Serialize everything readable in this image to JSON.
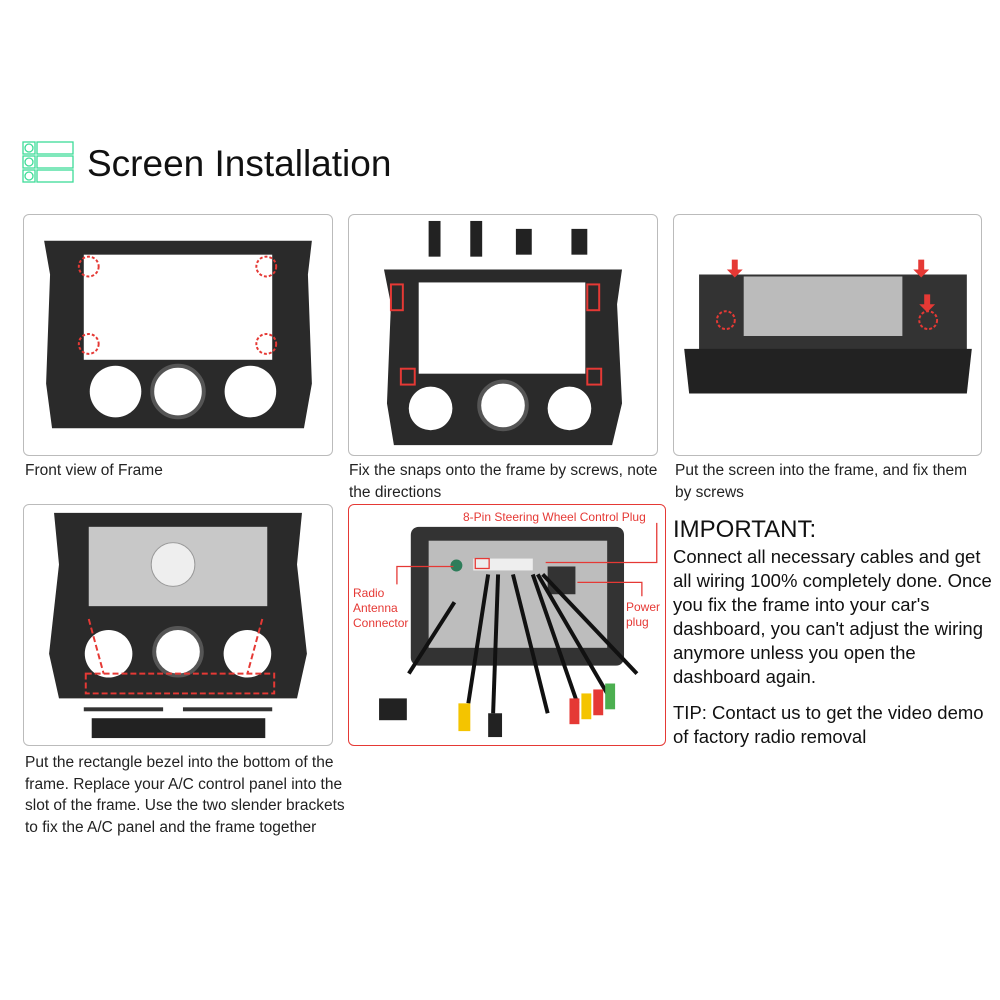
{
  "header": {
    "title": "Screen Installation",
    "icon": "list-icon",
    "accent": "#3ddc97"
  },
  "steps": [
    {
      "caption": "Front view of Frame"
    },
    {
      "caption": "Fix the snaps onto the frame by screws, note the directions"
    },
    {
      "caption": "Put the screen into the frame, and fix them by screws"
    },
    {
      "caption": "Put the rectangle bezel into the bottom of the frame. Replace your A/C control panel into the slot of the frame. Use the two slender brackets to fix the A/C panel and the frame together"
    }
  ],
  "wiring": {
    "labels": {
      "steering": "8-Pin Steering Wheel Control Plug",
      "antenna": "Radio Antenna Connector",
      "power": "Power plug"
    },
    "color": "#e53935"
  },
  "important": {
    "heading": "IMPORTANT:",
    "body": "Connect all necessary cables and get all wiring 100% completely done. Once you fix the frame into your car's dashboard, you can't adjust the wiring anymore unless you open the dashboard again.",
    "tip": "TIP: Contact us to get the video demo of factory radio removal"
  }
}
